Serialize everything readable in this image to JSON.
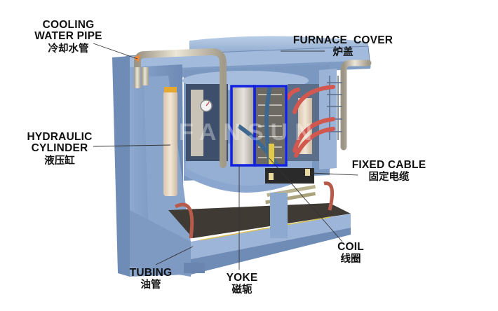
{
  "diagram": {
    "subject": "Induction melting furnace (cutaway)",
    "colors": {
      "frame": "#7f9cc4",
      "frame_dark": "#4d6892",
      "frame_light": "#a9c0de",
      "pipe": "#cfc7b6",
      "cable_red": "#d2584f",
      "highlight_box": "#1222e0",
      "leader_line": "#333333",
      "insulation": "#e8d8c4"
    },
    "watermark": "FANSUN",
    "labels": [
      {
        "id": "cooling-water-pipe",
        "en_line1": "COOLING",
        "en_line2": "WATER PIPE",
        "zh": "冷却水管"
      },
      {
        "id": "furnace-cover",
        "en": "FURNACE  COVER",
        "zh": "炉盖"
      },
      {
        "id": "hydraulic-cylinder",
        "en_line1": "HYDRAULIC",
        "en_line2": "CYLINDER",
        "zh": "液压缸"
      },
      {
        "id": "fixed-cable",
        "en": "FIXED CABLE",
        "zh": "固定电缆"
      },
      {
        "id": "coil",
        "en": "COIL",
        "zh": "线圈"
      },
      {
        "id": "tubing",
        "en": "TUBING",
        "zh": "油管"
      },
      {
        "id": "yoke",
        "en": "YOKE",
        "zh": "磁轭"
      }
    ]
  }
}
